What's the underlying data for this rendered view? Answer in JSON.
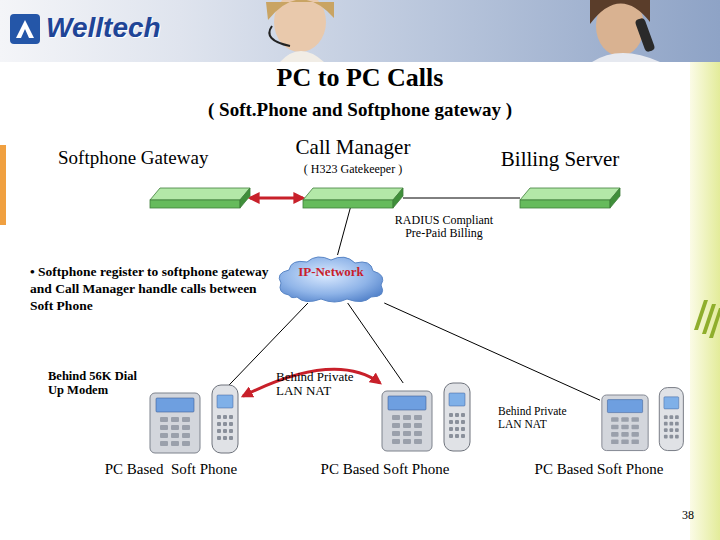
{
  "diagram": {
    "title": "PC to PC Calls",
    "nodes": [
      {
        "text": [
          "Softphone Gateway"
        ]
      },
      {
        "text": [
          "Call Manager",
          "( H323 Gatekeeper )"
        ]
      },
      {
        "text": [
          "Billing Server"
        ]
      },
      {
        "text": [
          "IP-Network"
        ]
      },
      {
        "text": [
          "Behind 56K Dial Up Modem",
          "PC Based  Soft Phone"
        ]
      },
      {
        "text": [
          "Behind Private LAN NAT",
          "PC Based Soft Phone"
        ]
      },
      {
        "text": [
          "Behind Private LAN NAT",
          "PC Based Soft Phone"
        ]
      }
    ],
    "edges": [
      {
        "from": 0,
        "to": 1,
        "arrow": "both"
      },
      {
        "from": 1,
        "to": 2,
        "arrow": "none"
      },
      {
        "from": 1,
        "to": 3,
        "arrow": "none"
      },
      {
        "from": 3,
        "to": 4,
        "arrow": "none"
      },
      {
        "from": 3,
        "to": 5,
        "arrow": "none"
      },
      {
        "from": 3,
        "to": 6,
        "arrow": "none"
      },
      {
        "from": 5,
        "to": 4,
        "arrow": "both"
      }
    ],
    "labels": [
      "Welltech",
      "( Soft.Phone and Softphone gateway )",
      "RADIUS Compliant Pre-Paid Billing",
      "• Softphone register to softphone gateway and Call Manager handle calls between Soft Phone",
      "38"
    ]
  }
}
